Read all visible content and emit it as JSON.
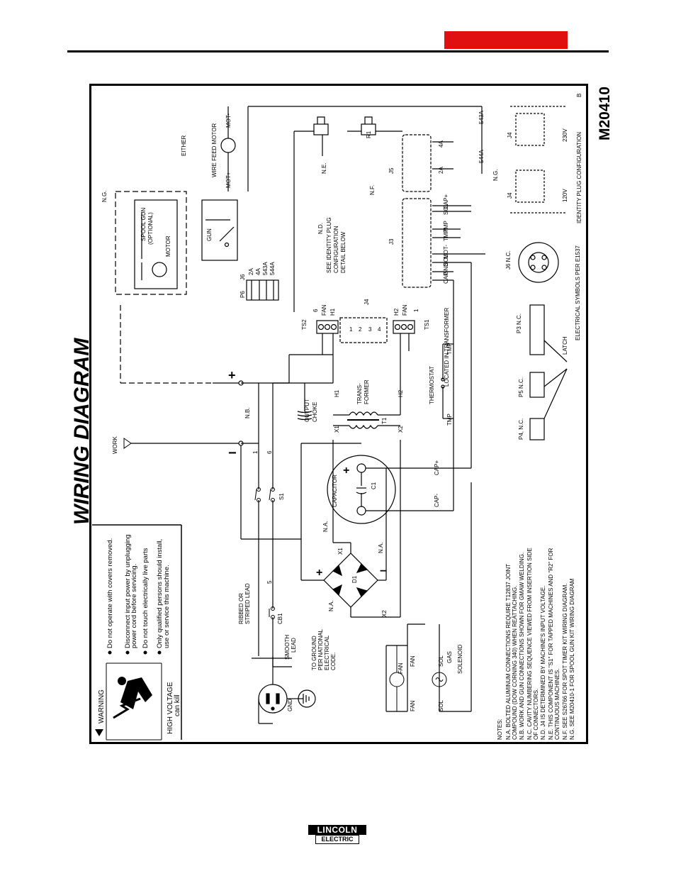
{
  "title": "WIRING DIAGRAM",
  "drawing_number": "M20410",
  "revision": "B",
  "warning": {
    "heading": "WARNING",
    "high_voltage": "HIGH VOLTAGE",
    "can_kill": "can kill",
    "bullets": [
      "Do not operate with covers removed.",
      "Disconnect input power by unplugging",
      "power cord before servicing.",
      "Do not touch electrically live parts",
      "Only qualified persons should install,",
      "use or service this machine."
    ]
  },
  "labels": {
    "work": "WORK",
    "ribbed": "RIBBED OR",
    "striped": "STRIPED LEAD",
    "smooth": "SMOOTH",
    "lead": "LEAD",
    "to_ground": "TO GROUND",
    "per_national": "PER NATIONAL",
    "electrical": "ELECTRICAL",
    "code": "CODE.",
    "gnd": "GND",
    "cb1": "CB1",
    "s1": "S1",
    "fan": "FAN",
    "sol": "SOL",
    "gas": "GAS",
    "solenoid": "SOLENOID",
    "d1": "D1",
    "x1": "X1",
    "x2": "X2",
    "na": "N.A.",
    "nb": "N.B.",
    "capacitor": "CAPACITOR",
    "c1": "C1",
    "cap_plus": "CAP+",
    "cap_minus": "CAP-",
    "output": "OUTPUT",
    "choke": "CHOKE",
    "trans": "TRANS-",
    "former": "FORMER",
    "t1": "T1",
    "h1": "H1",
    "h2": "H2",
    "thermostat": "THERMOSTAT",
    "tmp": "TMP",
    "located": "LOCATED IN TRANSFORMER",
    "ts1": "TS1",
    "ts2": "TS2",
    "j3": "J3",
    "j4": "J4",
    "j5": "J5",
    "j6": "J6",
    "p6": "P6",
    "j6_nc": "J6 N.C.",
    "p3_nc": "P3  N.C.",
    "p4_nc": "P4, N.C.",
    "p5_nc": "P5  N.C.",
    "latch": "LATCH",
    "symbols": "ELECTRICAL SYMBOLS PER E1537",
    "identity": "IDENTITY PLUG CONFIGURATION",
    "v120": "120V",
    "v230": "230V",
    "nd": "N.D.",
    "see_identity": "SEE IDENTITY PLUG",
    "configuration": "CONFIGURATION",
    "detail_below": "DETAIL BELOW",
    "ne": "N.E.",
    "nf": "N.F.",
    "ng": "N.G.",
    "r1": "R1",
    "spool_gun": "SPOOL GUN",
    "optional": "(OPTIONAL)",
    "motor": "MOTOR",
    "gun": "GUN",
    "either": "EITHER",
    "wire_feed_motor": "WIRE FEED MOTOR",
    "mot_plus": "MOT+",
    "mot_minus": "MOT-",
    "wire_2a": "2A",
    "wire_4a": "4A",
    "wire_543a": "543A",
    "wire_544a": "544A"
  },
  "notes": {
    "heading": "NOTES:",
    "lines": [
      "N.A.   BOLTED ALUMINUM CONNECTIONS REQUIRE T12837 JOINT",
      "         COMPOUND (DOW CORNING 340) WHEN REATTACHING.",
      "N.B.   WORK AND GUN CONNECTIONS SHOWN FOR GMAW WELDING.",
      "N.C.   CAVITY NUMBERING SEQUENCE VIEWED FROM INSERTION SIDE",
      "         OF CONNECTORS.",
      "N.D.   J4 IS DETERMINED BY MACHINE'S INPUT VOLTAGE.",
      "N.E.   THIS COMPONENT IS \"S1\" FOR TAPPED MACHINES AND \"R2\" FOR",
      "         CONTINUOUS MACHINES.",
      "N.F.   SEE S26766 FOR SPOT TIMER KIT WIRING DIAGRAM.",
      "N.G.   SEE M20410-1 FOR SPOOL GUN KIT WIRING DIAGRAM"
    ]
  },
  "logo": {
    "top": "LINCOLN",
    "bottom": "ELECTRIC"
  }
}
